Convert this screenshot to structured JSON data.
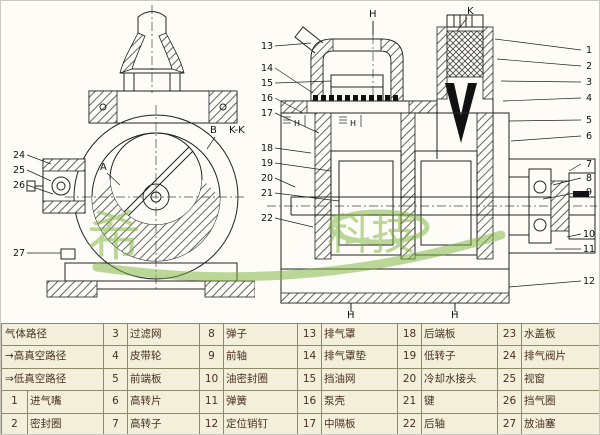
{
  "colors": {
    "line": "#222222",
    "table_bg": "#f3efda",
    "table_border": "#8e8966",
    "table_text": "#47301d",
    "watermark_green": "#7cb43c"
  },
  "watermark": {
    "parts": [
      "希",
      "科技"
    ]
  },
  "left_view": {
    "letters": [
      "A",
      "B",
      "K-K"
    ],
    "callouts": [
      "24",
      "25",
      "26",
      "27"
    ]
  },
  "right_view": {
    "top_labels": [
      "H",
      "K"
    ],
    "mid_labels": [
      "H",
      "H"
    ],
    "bottom_labels": [
      "H",
      "H"
    ],
    "callouts_left": [
      "13",
      "14",
      "15",
      "16",
      "17",
      "18",
      "19",
      "20",
      "21",
      "22"
    ],
    "callouts_right": [
      "1",
      "2",
      "3",
      "4",
      "5",
      "6",
      "7",
      "8",
      "9",
      "10",
      "11",
      "12"
    ]
  },
  "legend": {
    "rows": [
      [
        "气体路径",
        "3",
        "过滤网",
        "8",
        "弹子",
        "13",
        "排气罩",
        "18",
        "后端板",
        "23",
        "水盖板"
      ],
      [
        "→高真空路径",
        "4",
        "皮带轮",
        "9",
        "前轴",
        "14",
        "排气罩垫",
        "19",
        "低转子",
        "24",
        "排气阀片"
      ],
      [
        "⇒低真空路径",
        "5",
        "前端板",
        "10",
        "油密封圈",
        "15",
        "挡油网",
        "20",
        "冷却水接头",
        "25",
        "视窗"
      ],
      [
        "1",
        "进气嘴",
        "6",
        "高转片",
        "11",
        "弹簧",
        "16",
        "泵壳",
        "21",
        "键",
        "26",
        "挡气圈"
      ],
      [
        "2",
        "密封圈",
        "7",
        "高转子",
        "12",
        "定位销钉",
        "17",
        "中隔板",
        "22",
        "后轴",
        "27",
        "放油塞"
      ]
    ]
  }
}
